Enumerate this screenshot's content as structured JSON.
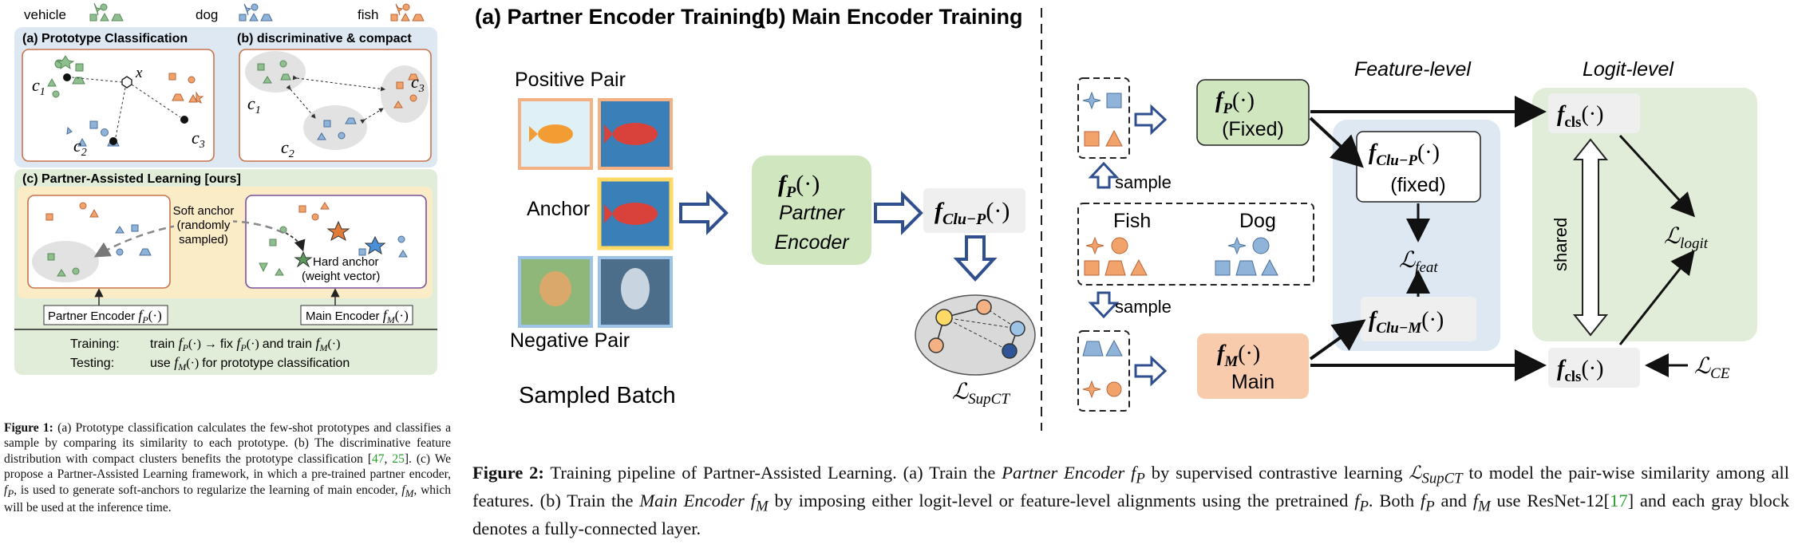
{
  "fig1": {
    "legend": {
      "vehicle": "vehicle",
      "dog": "dog",
      "fish": "fish"
    },
    "panel_a": {
      "title": "(a) Prototype Classification",
      "c1": "c",
      "c1_sub": "1",
      "c2": "c",
      "c2_sub": "2",
      "c3": "c",
      "c3_sub": "3",
      "x": "x"
    },
    "panel_b": {
      "title": "(b) discriminative & compact",
      "c1": "c",
      "c1_sub": "1",
      "c2": "c",
      "c2_sub": "2",
      "c3": "c",
      "c3_sub": "3"
    },
    "panel_c": {
      "title": "(c) Partner-Assisted Learning [ours]",
      "soft_anchor_1": "Soft anchor",
      "soft_anchor_2": "(randomly",
      "soft_anchor_3": "sampled)",
      "hard_anchor_1": "Hard anchor",
      "hard_anchor_2": "(weight vector)",
      "partner_encoder": "Partner Encoder",
      "main_encoder": "Main Encoder",
      "training_label": "Training:",
      "training_text_a": "train",
      "training_text_b": "fix",
      "training_text_c": "and train",
      "testing_label": "Testing:",
      "testing_text_a": "use",
      "testing_text_b": "for prototype classification"
    },
    "caption": {
      "label": "Figure 1:",
      "text_1": "(a) Prototype classification calculates the few-shot prototypes and classifies a sample by comparing its similarity to each prototype. (b) The discriminative feature distribution with compact clusters benefits the prototype classification [",
      "cite_1": "47",
      "sep": ", ",
      "cite_2": "25",
      "text_2": "]. (c) We propose a Partner-Assisted Learning framework, in which a pre-trained partner encoder, ",
      "text_3": ", is used to generate soft-anchors to regularize the learning of main encoder, ",
      "text_4": ", which will be used at the inference time."
    }
  },
  "fig2": {
    "title_a": "(a) Partner Encoder Training",
    "title_b": "(b) Main Encoder Training",
    "positive_pair": "Positive Pair",
    "anchor": "Anchor",
    "negative_pair": "Negative Pair",
    "sampled_batch": "Sampled Batch",
    "partner_label_1": "Partner",
    "partner_label_2": "Encoder",
    "loss_supct": "SupCT",
    "feature_level": "Feature-level",
    "logit_level": "Logit-level",
    "fixed": "(Fixed)",
    "fixed_lower": "(fixed)",
    "main": "Main",
    "sample": "sample",
    "fish": "Fish",
    "dog": "Dog",
    "shared": "shared",
    "loss_feat": "feat",
    "loss_logit": "logit",
    "loss_ce": "CE",
    "cls_sub": "cls",
    "clu_p": "Clu−P",
    "clu_m": "Clu−M",
    "caption": {
      "label": "Figure 2:",
      "text_1": "Training pipeline of Partner-Assisted Learning. (a) Train the ",
      "partner_encoder": "Partner Encoder",
      "text_2": " by supervised contrastive learning ",
      "text_3": " to model the pair-wise similarity among all features. (b) Train the ",
      "main_encoder": "Main Encoder",
      "text_4": " by imposing either logit-level or feature-level alignments using the pretrained ",
      "text_5": ". Both ",
      "text_6": " and ",
      "text_7": " use ResNet-12[",
      "cite": "17",
      "text_8": "] and each gray block denotes a fully-connected layer."
    }
  },
  "colors": {
    "green_shape": "#8fbf8f",
    "blue_shape": "#8fb3d9",
    "orange_shape": "#f2a36b",
    "panel_blue": "#dde8f3",
    "panel_yellow": "#fbecc8",
    "panel_green": "#e1edd8",
    "encoder_green": "#cfe6bf",
    "main_orange": "#f8cbad",
    "arrow_blue": "#2f4f8f"
  }
}
